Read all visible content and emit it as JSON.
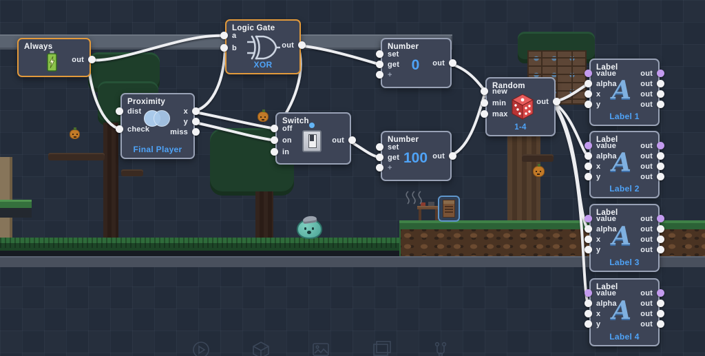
{
  "colors": {
    "background": "#232c3a",
    "accent_blue": "#4fa3f7",
    "node_background": "#3d4456",
    "node_border": "#99a2b6",
    "highlighted_node_border": "#e39a3b",
    "wire": "#edeef1",
    "port": "#f3f3f5",
    "port_purple": "#c39bef",
    "switch_indicator": "#64b5f6"
  },
  "nodes": {
    "always": {
      "title": "Always",
      "icon": "battery-icon",
      "outputs": [
        "out"
      ],
      "highlighted": true
    },
    "logic_gate": {
      "title": "Logic Gate",
      "icon": "xor-gate-icon",
      "inputs": [
        "a",
        "b"
      ],
      "outputs": [
        "out"
      ],
      "value": "XOR",
      "highlighted": true
    },
    "proximity": {
      "title": "Proximity",
      "icon": "overlap-circles-icon",
      "inputs": [
        "dist",
        "check"
      ],
      "outputs": [
        "x",
        "y",
        "miss"
      ],
      "value": "Final Player"
    },
    "switch": {
      "title": "Switch",
      "icon": "toggle-switch-icon",
      "inputs": [
        "off",
        "on",
        "in"
      ],
      "outputs": [
        "out"
      ]
    },
    "number_top": {
      "title": "Number",
      "inputs": [
        "set",
        "get",
        "+"
      ],
      "outputs": [
        "out"
      ],
      "value": "0"
    },
    "number_bottom": {
      "title": "Number",
      "inputs": [
        "set",
        "get",
        "+"
      ],
      "outputs": [
        "out"
      ],
      "value": "100"
    },
    "random": {
      "title": "Random",
      "icon": "dice-icon",
      "inputs": [
        "new",
        "min",
        "max"
      ],
      "outputs": [
        "out"
      ],
      "value": "1-4"
    },
    "label_1": {
      "title": "Label",
      "icon": "letter-a-icon",
      "inputs": [
        "value",
        "alpha",
        "x",
        "y"
      ],
      "outputs": [
        "out",
        "out",
        "out",
        "out"
      ],
      "value": "Label 1"
    },
    "label_2": {
      "title": "Label",
      "icon": "letter-a-icon",
      "inputs": [
        "value",
        "alpha",
        "x",
        "y"
      ],
      "outputs": [
        "out",
        "out",
        "out",
        "out"
      ],
      "value": "Label 2"
    },
    "label_3": {
      "title": "Label",
      "icon": "letter-a-icon",
      "inputs": [
        "value",
        "alpha",
        "x",
        "y"
      ],
      "outputs": [
        "out",
        "out",
        "out",
        "out"
      ],
      "value": "Label 3"
    },
    "label_4": {
      "title": "Label",
      "icon": "letter-a-icon",
      "inputs": [
        "value",
        "alpha",
        "x",
        "y"
      ],
      "outputs": [
        "out",
        "out",
        "out",
        "out"
      ],
      "value": "Label 4"
    }
  },
  "connections": [
    {
      "from": "always.out",
      "to": "logic_gate.a"
    },
    {
      "from": "always.out",
      "to": "proximity.check"
    },
    {
      "from": "proximity.x",
      "to": "logic_gate.b"
    },
    {
      "from": "proximity.x",
      "to": "switch.off"
    },
    {
      "from": "proximity.y",
      "to": "switch.on"
    },
    {
      "from": "logic_gate.out",
      "to": "switch.off"
    },
    {
      "from": "logic_gate.out",
      "to": "number_top.get"
    },
    {
      "from": "switch.out",
      "to": "number_bottom.get"
    },
    {
      "from": "number_top.out",
      "to": "random.new"
    },
    {
      "from": "number_bottom.out",
      "to": "random.new"
    },
    {
      "from": "random.out",
      "to": "label_1.alpha"
    },
    {
      "from": "random.out",
      "to": "label_2.alpha"
    },
    {
      "from": "random.out",
      "to": "label_3.alpha"
    },
    {
      "from": "random.out",
      "to": "label_4.alpha"
    }
  ],
  "toolbar": {
    "icons": [
      "play-icon",
      "box-icon",
      "image-icon",
      "layers-icon",
      "logic-nodes-icon"
    ]
  },
  "scene": {
    "sprites": [
      "stone-platform",
      "tree-canopy",
      "tree-trunk",
      "branch-platform",
      "wood-plank-wall",
      "pillar",
      "grass-ground",
      "dirt-platform",
      "slime-sprite",
      "pumpkin-sprite",
      "table-sprite",
      "arcade-machine-sprite",
      "steam"
    ]
  }
}
